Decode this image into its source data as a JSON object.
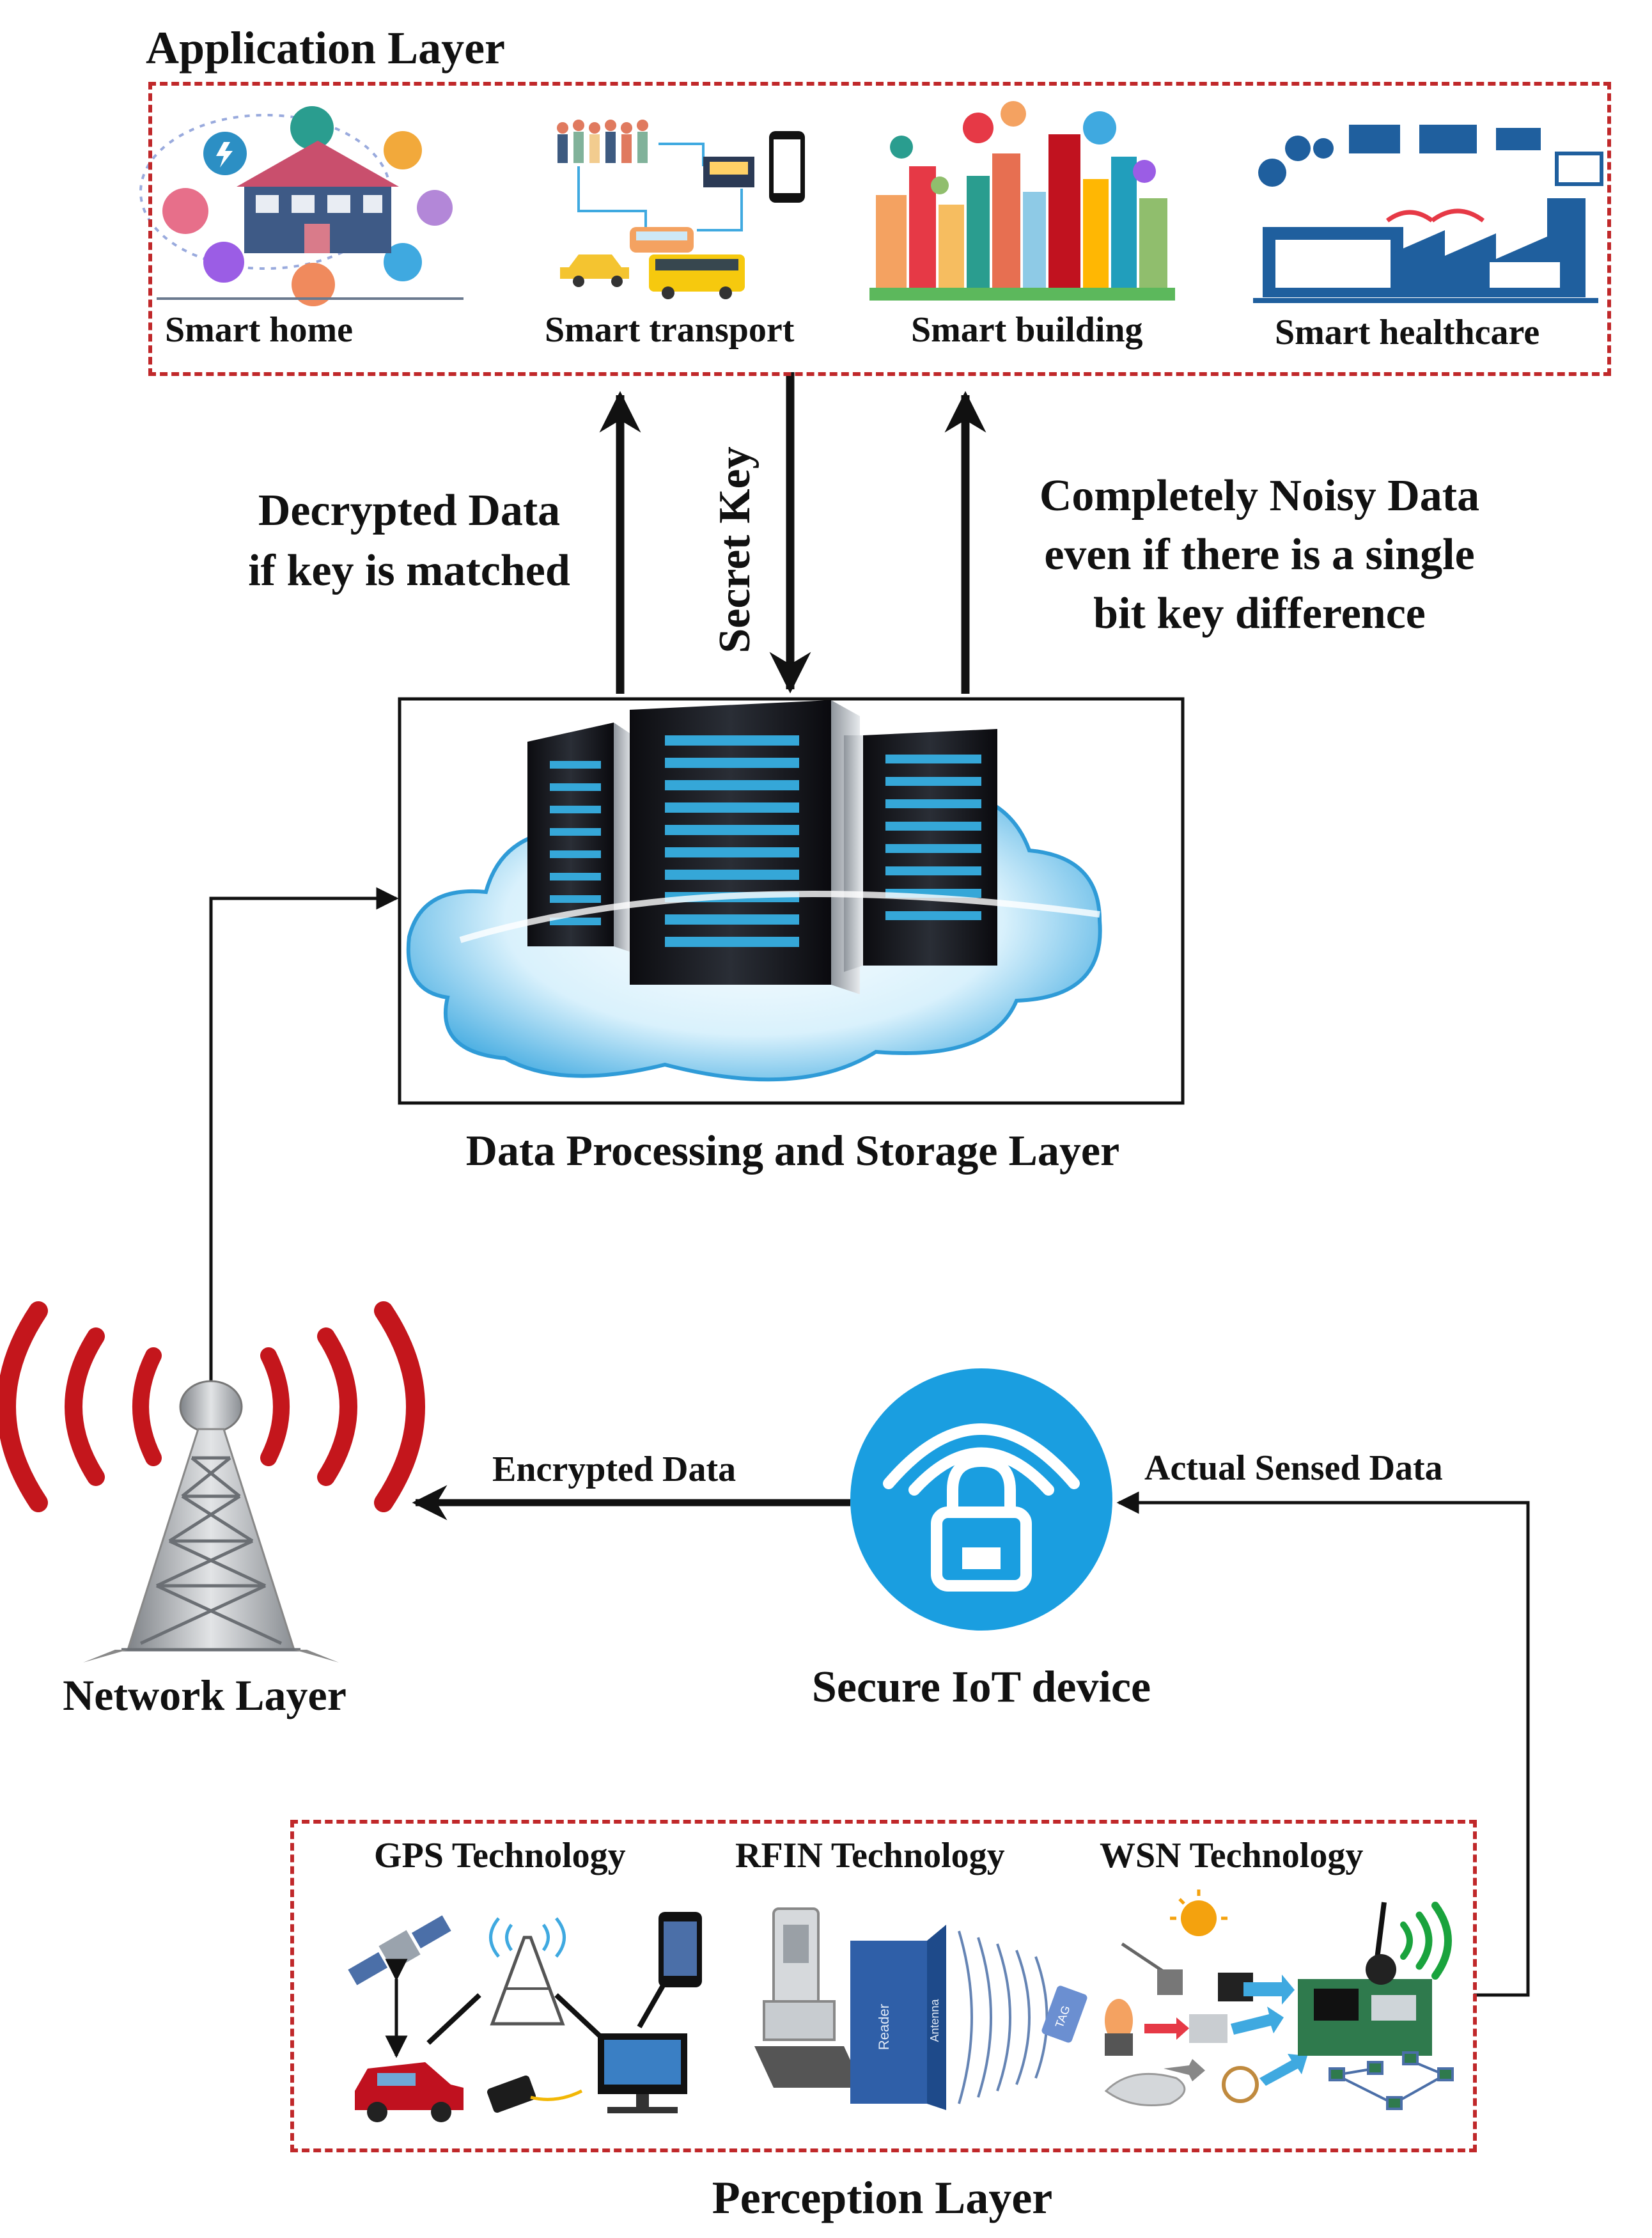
{
  "application_layer": {
    "title": "Application Layer",
    "items": [
      {
        "label": "Smart home",
        "icon": "smart-home-icon"
      },
      {
        "label": "Smart transport",
        "icon": "smart-transport-icon"
      },
      {
        "label": "Smart building",
        "icon": "smart-building-icon"
      },
      {
        "label": "Smart healthcare",
        "icon": "smart-healthcare-icon"
      }
    ]
  },
  "arrows": {
    "decrypted_line1": "Decrypted Data",
    "decrypted_line2": "if key is matched",
    "secret_key": "Secret Key",
    "noisy_line1": "Completely Noisy Data",
    "noisy_line2": "even if there is a single",
    "noisy_line3": "bit key difference",
    "encrypted": "Encrypted Data",
    "actual_sensed": "Actual Sensed Data"
  },
  "storage_layer": {
    "title": "Data Processing and Storage Layer",
    "icon": "cloud-server-icon"
  },
  "network_layer": {
    "title": "Network Layer",
    "icon": "radio-tower-icon"
  },
  "secure_device": {
    "title": "Secure IoT device",
    "icon": "wireless-lock-icon"
  },
  "perception_layer": {
    "title": "Perception Layer",
    "items": [
      {
        "label": "GPS Technology",
        "icon": "gps-technology-icon"
      },
      {
        "label": "RFIN Technology",
        "icon": "rfid-technology-icon"
      },
      {
        "label": "WSN Technology",
        "icon": "wsn-technology-icon"
      }
    ],
    "rfid_reader_label": "Reader",
    "rfid_antenna_label": "Antenna",
    "rfid_tag_label": "TAG"
  },
  "colors": {
    "dashed_border": "#c0282a",
    "device_blue": "#1a9ee0",
    "signal_red": "#c4161c",
    "cloud_blue": "#4db6e8"
  }
}
